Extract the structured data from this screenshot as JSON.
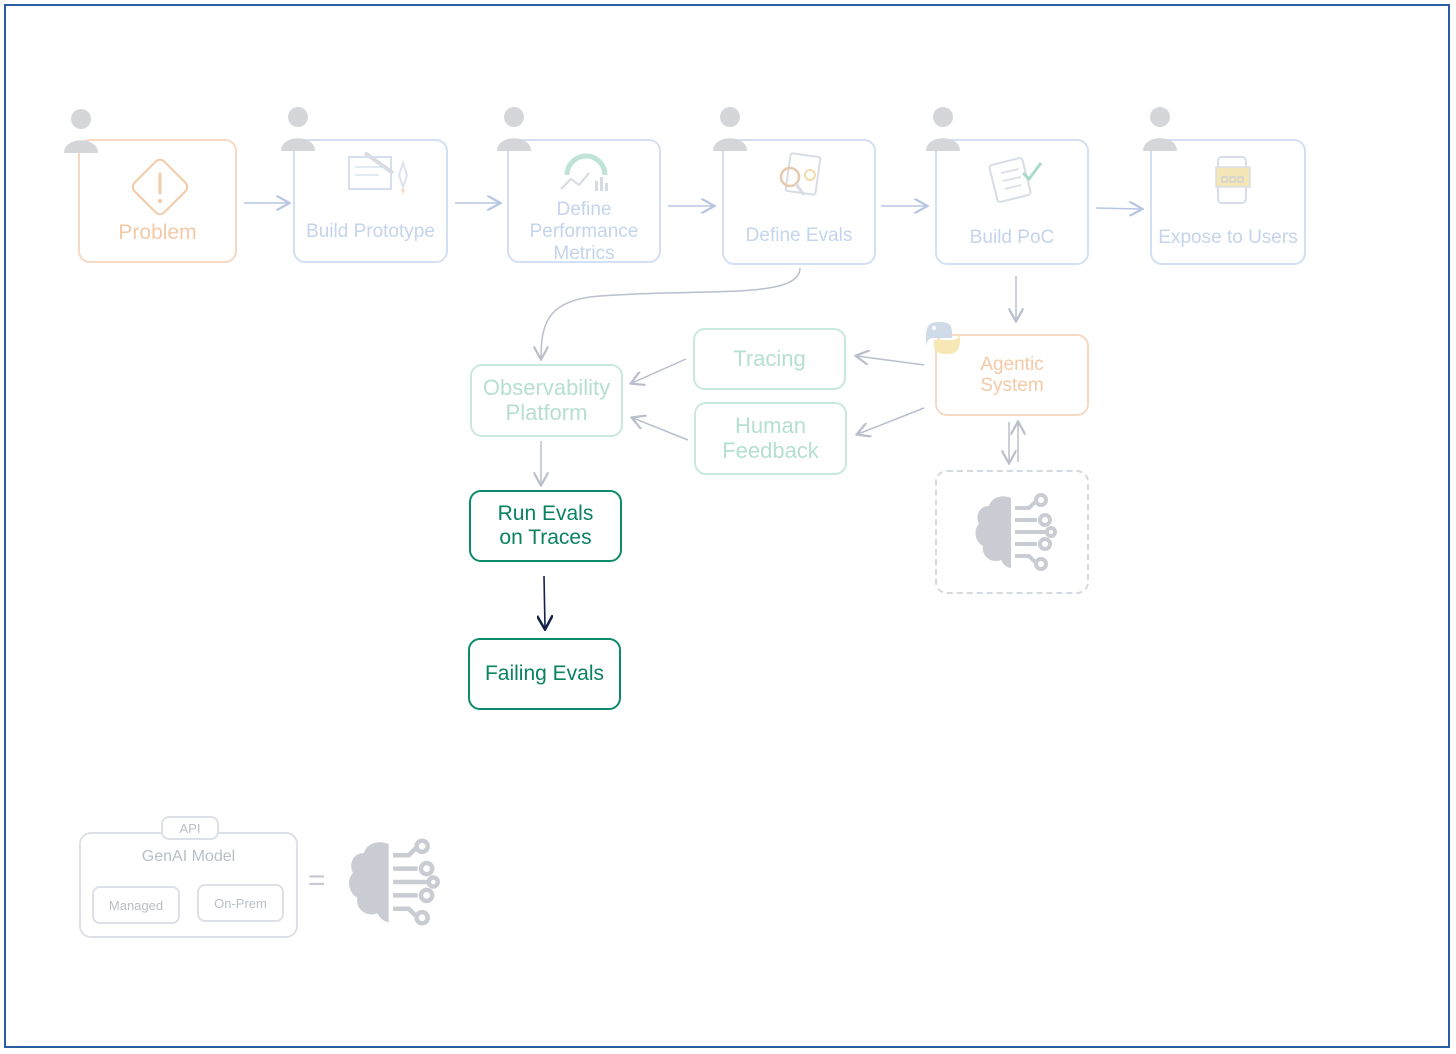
{
  "nodes": {
    "problem": "Problem",
    "build_prototype": "Build Prototype",
    "define_metrics": [
      "Define",
      "Performance",
      "Metrics"
    ],
    "define_evals": "Define Evals",
    "build_poc": "Build PoC",
    "expose_users": "Expose to Users",
    "tracing": "Tracing",
    "human_feedback": [
      "Human",
      "Feedback"
    ],
    "observability": [
      "Observability",
      "Platform"
    ],
    "agentic_system": [
      "Agentic",
      "System"
    ],
    "run_evals": [
      "Run Evals",
      "on Traces"
    ],
    "failing_evals": "Failing Evals"
  },
  "legend": {
    "api": "API",
    "genai_model": "GenAI Model",
    "managed": "Managed",
    "on_prem": "On-Prem",
    "equals": "="
  },
  "colors": {
    "frame": "#2a5fa8",
    "active_green": "#0c8a6a",
    "faded_blue": "#d3e0f3",
    "faded_orange": "#f7d9c2",
    "faded_green": "#c8e9df"
  }
}
